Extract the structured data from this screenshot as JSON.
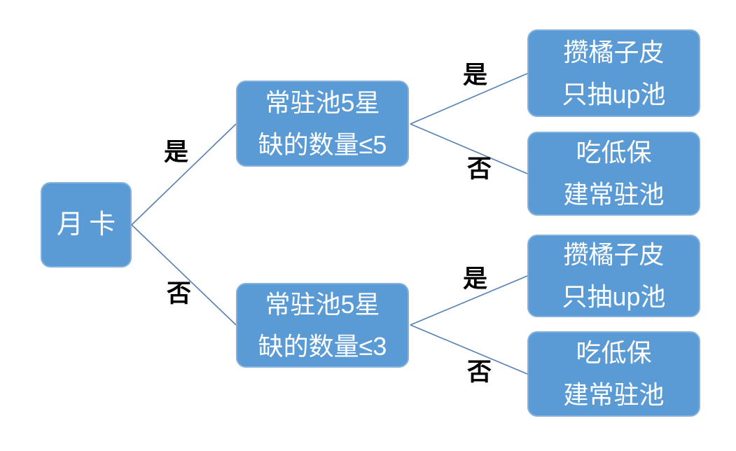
{
  "diagram": {
    "type": "decision-tree",
    "root": {
      "label": "月卡"
    },
    "decisions": [
      {
        "lines": [
          "常驻池5星",
          "缺的数量≤5"
        ]
      },
      {
        "lines": [
          "常驻池5星",
          "缺的数量≤3"
        ]
      }
    ],
    "outcomes": [
      {
        "lines": [
          "攒橘子皮",
          "只抽up池"
        ]
      },
      {
        "lines": [
          "吃低保",
          "建常驻池"
        ]
      },
      {
        "lines": [
          "攒橘子皮",
          "只抽up池"
        ]
      },
      {
        "lines": [
          "吃低保",
          "建常驻池"
        ]
      }
    ],
    "edge_labels": [
      {
        "text": "是"
      },
      {
        "text": "否"
      },
      {
        "text": "是"
      },
      {
        "text": "否"
      },
      {
        "text": "是"
      },
      {
        "text": "否"
      }
    ],
    "colors": {
      "node_fill": "#5B9BD5",
      "node_border": "#84B1DD",
      "node_text": "#FFFFFF",
      "edge_line": "#5580B3",
      "edge_label_text": "#000000",
      "background": "#FFFFFF"
    }
  }
}
